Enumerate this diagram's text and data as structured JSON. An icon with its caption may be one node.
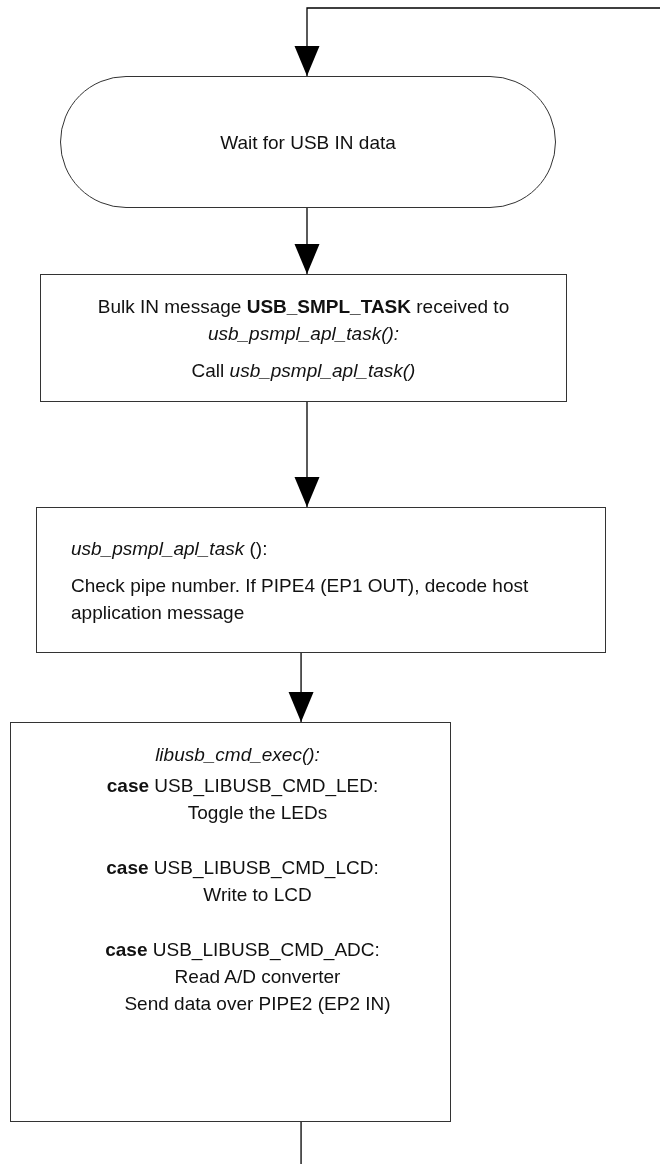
{
  "diagram": {
    "nodes": [
      {
        "text": [
          "Wait for USB IN data"
        ]
      },
      {
        "text": [
          "Bulk IN message **USB_SMPL_TASK** received to *usb_psmpl_apl_task():*",
          "Call *usb_psmpl_apl_task()*"
        ]
      },
      {
        "text": [
          "*usb_psmpl_apl_task* ():",
          "Check pipe number. If PIPE4 (EP1 OUT), decode host application message"
        ]
      },
      {
        "text": [
          "libusb_cmd_exec():",
          "**case** USB_LIBUSB_CMD_LED:",
          "Toggle the LEDs",
          "**case** USB_LIBUSB_CMD_LCD:",
          "Write to LCD",
          "**case** USB_LIBUSB_CMD_ADC:",
          "Read A/D converter",
          "Send data over PIPE2 (EP2 IN)"
        ]
      }
    ],
    "edges": [
      {
        "from": null,
        "to": 0,
        "arrow": "to"
      },
      {
        "from": 0,
        "to": 1,
        "arrow": "to"
      },
      {
        "from": 1,
        "to": 2,
        "arrow": "to"
      },
      {
        "from": 2,
        "to": 3,
        "arrow": "to"
      },
      {
        "from": 3,
        "to": null,
        "arrow": "none"
      }
    ]
  }
}
